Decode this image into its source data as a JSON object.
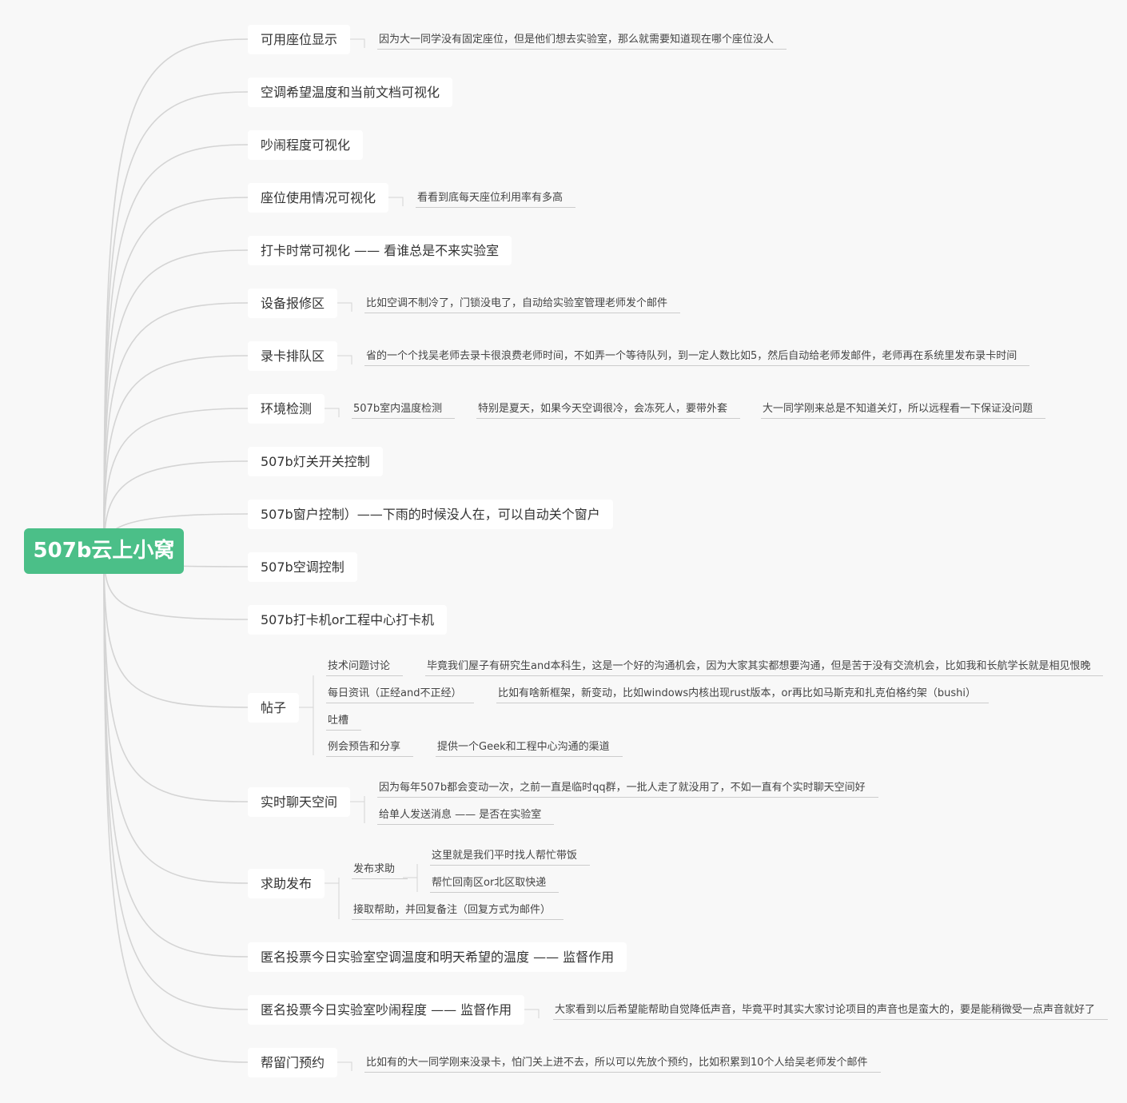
{
  "root": "507b云上小窝",
  "topics": [
    {
      "label": "可用座位显示",
      "details": [
        "因为大一同学没有固定座位，但是他们想去实验室，那么就需要知道现在哪个座位没人"
      ]
    },
    {
      "label": "空调希望温度和当前文档可视化"
    },
    {
      "label": "吵闹程度可视化"
    },
    {
      "label": "座位使用情况可视化",
      "details": [
        "看看到底每天座位利用率有多高"
      ]
    },
    {
      "label": "打卡时常可视化 —— 看谁总是不来实验室"
    },
    {
      "label": "设备报修区",
      "details": [
        "比如空调不制冷了，门锁没电了，自动给实验室管理老师发个邮件"
      ]
    },
    {
      "label": "录卡排队区",
      "details": [
        "省的一个个找吴老师去录卡很浪费老师时间，不如弄一个等待队列，到一定人数比如5，然后自动给老师发邮件，老师再在系统里发布录卡时间"
      ]
    },
    {
      "label": "环境检测",
      "details": [
        "507b室内温度检测",
        "特别是夏天，如果今天空调很冷，会冻死人，要带外套",
        "大一同学刚来总是不知道关灯，所以远程看一下保证没问题"
      ]
    },
    {
      "label": "507b灯关开关控制"
    },
    {
      "label": "507b窗户控制）——下雨的时候没人在，可以自动关个窗户"
    },
    {
      "label": "507b空调控制"
    },
    {
      "label": "507b打卡机or工程中心打卡机"
    },
    {
      "label": "帖子",
      "details": [
        "技术问题讨论",
        "毕竟我们屋子有研究生and本科生，这是一个好的沟通机会，因为大家其实都想要沟通，但是苦于没有交流机会，比如我和长航学长就是相见恨晚",
        "每日资讯（正经and不正经）",
        "比如有啥新框架，新变动，比如windows内核出现rust版本，or再比如马斯克和扎克伯格约架（bushi）",
        "吐槽",
        "例会预告和分享",
        "提供一个Geek和工程中心沟通的渠道"
      ]
    },
    {
      "label": "实时聊天空间",
      "details": [
        "因为每年507b都会变动一次，之前一直是临时qq群，一批人走了就没用了，不如一直有个实时聊天空间好",
        "给单人发送消息 —— 是否在实验室"
      ]
    },
    {
      "label": "求助发布",
      "details": [
        "发布求助",
        "这里就是我们平时找人帮忙带饭",
        "帮忙回南区or北区取快递",
        "接取帮助，并回复备注（回复方式为邮件）"
      ]
    },
    {
      "label": "匿名投票今日实验室空调温度和明天希望的温度 —— 监督作用"
    },
    {
      "label": "匿名投票今日实验室吵闹程度 —— 监督作用",
      "details": [
        "大家看到以后希望能帮助自觉降低声音，毕竟平时其实大家讨论项目的声音也是蛮大的，要是能稍微受一点声音就好了"
      ]
    },
    {
      "label": "帮留门预约",
      "details": [
        "比如有的大一同学刚来没录卡，怕门关上进不去，所以可以先放个预约，比如积累到10个人给吴老师发个邮件"
      ]
    }
  ]
}
